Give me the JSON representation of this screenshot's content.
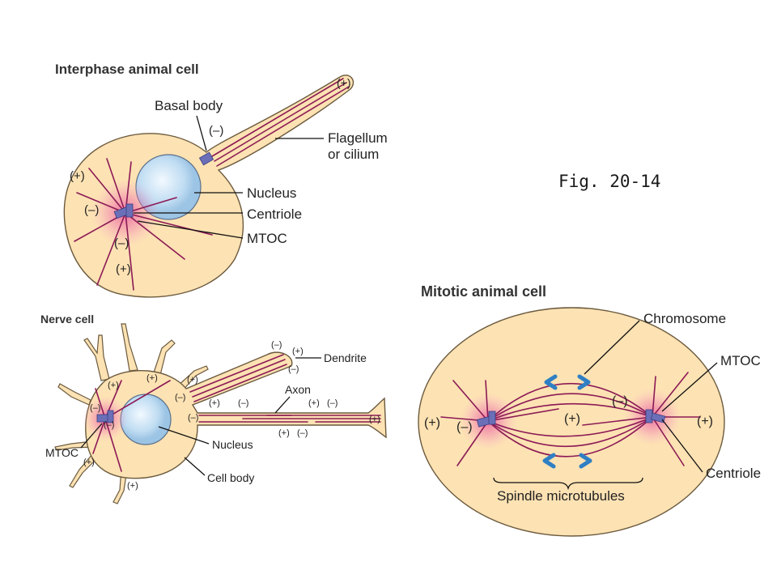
{
  "figure_label": "Fig. 20-14",
  "interphase": {
    "title": "Interphase animal cell",
    "basal_body": "Basal body",
    "minus_basal": "(–)",
    "plus_tip": "(+)",
    "flagellum_1": "Flagellum",
    "flagellum_2": "or cilium",
    "nucleus": "Nucleus",
    "centriole": "Centriole",
    "mtoc": "MTOC",
    "plus_1": "(+)",
    "minus_1": "(–)",
    "minus_2": "(–)",
    "plus_2": "(+)"
  },
  "nerve": {
    "title": "Nerve cell",
    "dendrite": "Dendrite",
    "axon": "Axon",
    "nucleus": "Nucleus",
    "cell_body": "Cell body",
    "mtoc": "MTOC",
    "d_minus_1": "(–)",
    "d_plus_1": "(+)",
    "d_minus_2": "(–)",
    "p1": "(+)",
    "p2": "(+)",
    "p3": "(+)",
    "p4": "(+)",
    "p5": "(+)",
    "m1": "(–)",
    "m2": "(–)",
    "m3": "(–)",
    "m4": "(–)",
    "a_plus_1": "(+)",
    "a_minus_1": "(–)",
    "a_plus_2": "(+)",
    "a_minus_2": "(–)",
    "a_plus_end": "(+)",
    "a_plus_3": "(+)",
    "a_minus_3": "(–)"
  },
  "mitotic": {
    "title": "Mitotic animal cell",
    "chromosome": "Chromosome",
    "mtoc": "MTOC",
    "centriole": "Centriole",
    "spindle": "Spindle microtubules",
    "plus_left": "(+)",
    "minus_left": "(–)",
    "plus_mid": "(+)",
    "minus_right": "(–)",
    "plus_right": "(+)"
  },
  "colors": {
    "cytoplasm": "#fde2b3",
    "microtubule": "#8b1a55",
    "nucleus": "#cfe6f5",
    "centriole": "#6a6fb8",
    "mtoc_glow": "#e8559a",
    "chromosome": "#2f7fc4"
  }
}
